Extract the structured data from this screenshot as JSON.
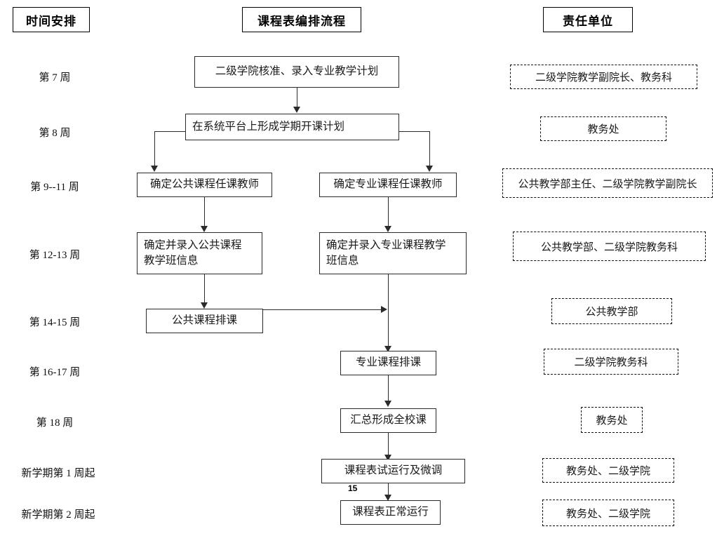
{
  "document": {
    "page_number": "15"
  },
  "columns": {
    "headers": [
      {
        "label": "时间安排",
        "name": "header-schedule-time"
      },
      {
        "label": "课程表编排流程",
        "name": "header-process-flow"
      },
      {
        "label": "责任单位",
        "name": "header-responsible-unit"
      }
    ]
  },
  "timeline": {
    "items": [
      {
        "label": "第 7 周"
      },
      {
        "label": "第 8 周"
      },
      {
        "label": "第 9--11 周"
      },
      {
        "label": "第 12-13 周"
      },
      {
        "label": "第 14-15 周"
      },
      {
        "label": "第 16-17 周"
      },
      {
        "label": "第 18 周"
      },
      {
        "label": "新学期第 1 周起"
      },
      {
        "label": "新学期第 2 周起"
      }
    ]
  },
  "flow": {
    "nodes": [
      {
        "id": "n1",
        "label": "二级学院核准、录入专业教学计划"
      },
      {
        "id": "n2",
        "label": "在系统平台上形成学期开课计划"
      },
      {
        "id": "n3",
        "label": "确定公共课程任课教师"
      },
      {
        "id": "n4",
        "label": "确定专业课程任课教师"
      },
      {
        "id": "n5",
        "label": "确定并录入公共课程\n教学班信息"
      },
      {
        "id": "n6",
        "label": "确定并录入专业课程教学\n班信息"
      },
      {
        "id": "n7",
        "label": "公共课程排课"
      },
      {
        "id": "n8",
        "label": "专业课程排课"
      },
      {
        "id": "n9",
        "label": "汇总形成全校课"
      },
      {
        "id": "n10",
        "label": "课程表试运行及微调"
      },
      {
        "id": "n11",
        "label": "课程表正常运行"
      }
    ]
  },
  "responsibility": {
    "items": [
      {
        "label": "二级学院教学副院长、教务科"
      },
      {
        "label": "教务处"
      },
      {
        "label": "公共教学部主任、二级学院教学副院长"
      },
      {
        "label": "公共教学部、二级学院教务科"
      },
      {
        "label": "公共教学部"
      },
      {
        "label": "二级学院教务科"
      },
      {
        "label": "教务处"
      },
      {
        "label": "教务处、二级学院"
      },
      {
        "label": "教务处、二级学院"
      }
    ]
  },
  "colors": {
    "line": "#2b2b2b",
    "text": "#1a1a1a",
    "background": "#ffffff"
  }
}
